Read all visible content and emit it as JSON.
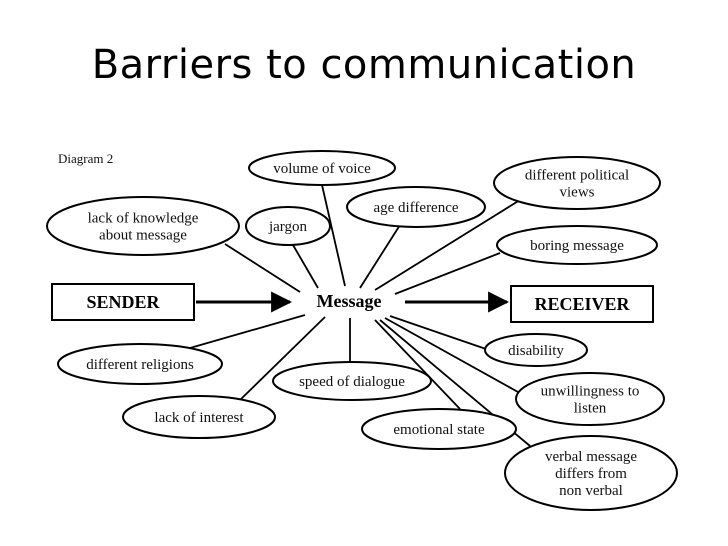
{
  "title": "Barriers to communication",
  "diagram_label": "Diagram 2",
  "center": "Message",
  "sender": "SENDER",
  "receiver": "RECEIVER",
  "barriers": [
    {
      "lines": [
        "volume of voice"
      ]
    },
    {
      "lines": [
        "lack of knowledge",
        "about message"
      ]
    },
    {
      "lines": [
        "jargon"
      ]
    },
    {
      "lines": [
        "age difference"
      ]
    },
    {
      "lines": [
        "different political",
        "views"
      ]
    },
    {
      "lines": [
        "boring message"
      ]
    },
    {
      "lines": [
        "different religions"
      ]
    },
    {
      "lines": [
        "lack of interest"
      ]
    },
    {
      "lines": [
        "speed of dialogue"
      ]
    },
    {
      "lines": [
        "disability"
      ]
    },
    {
      "lines": [
        "unwillingness to",
        "listen"
      ]
    },
    {
      "lines": [
        "emotional state"
      ]
    },
    {
      "lines": [
        "verbal message",
        "differs from",
        "non verbal"
      ]
    }
  ]
}
